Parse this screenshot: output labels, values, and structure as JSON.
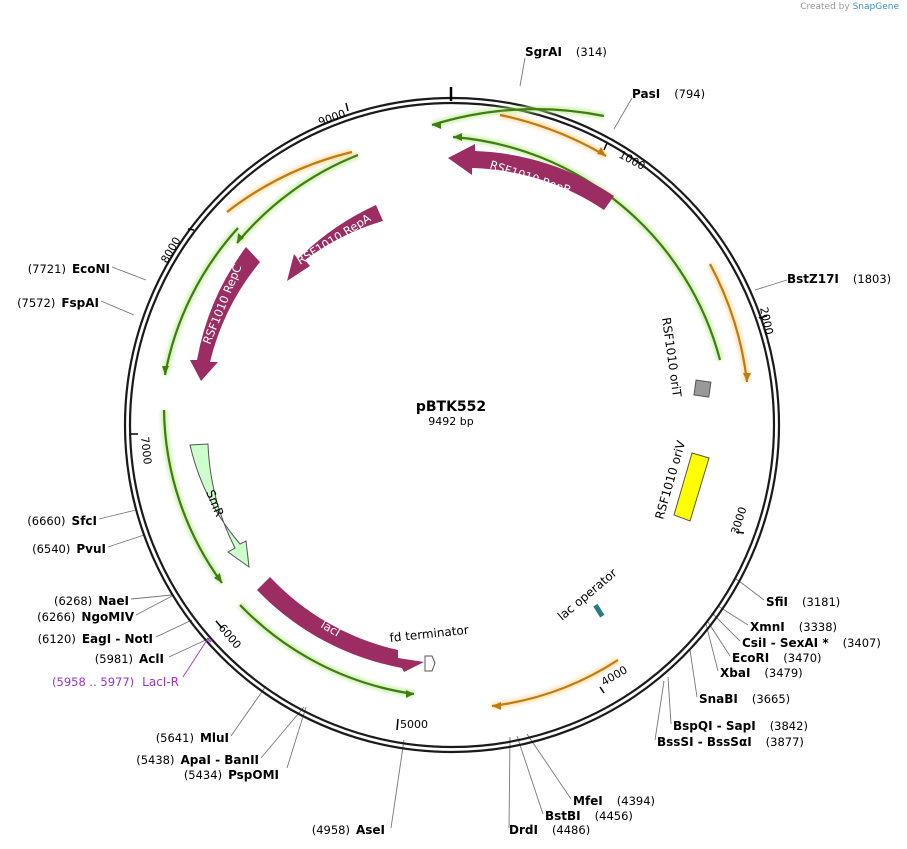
{
  "credit": {
    "created_by": "Created by",
    "app": "SnapGene"
  },
  "plasmid": {
    "name": "pBTK552",
    "length_label": "9492 bp",
    "length_bp": 9492
  },
  "ticks": [
    1000,
    2000,
    3000,
    4000,
    5000,
    6000,
    7000,
    8000,
    9000
  ],
  "enzymes": [
    {
      "id": "sgrai",
      "name": "SgrAI",
      "pos": 314
    },
    {
      "id": "pasi",
      "name": "PasI",
      "pos": 794
    },
    {
      "id": "bstz17i",
      "name": "BstZ17I",
      "pos": 1803
    },
    {
      "id": "sfii",
      "name": "SfiI",
      "pos": 3181
    },
    {
      "id": "xmni",
      "name": "XmnI",
      "pos": 3338
    },
    {
      "id": "csii-sexai",
      "name": "CsiI - SexAI *",
      "pos": 3407
    },
    {
      "id": "ecori",
      "name": "EcoRI",
      "pos": 3470
    },
    {
      "id": "xbai",
      "name": "XbaI",
      "pos": 3479
    },
    {
      "id": "snabi",
      "name": "SnaBI",
      "pos": 3665
    },
    {
      "id": "bspqi-sapi",
      "name": "BspQI - SapI",
      "pos": 3842
    },
    {
      "id": "bsssi-bsssai",
      "name": "BssSI - BssSαI",
      "pos": 3877
    },
    {
      "id": "mfei",
      "name": "MfeI",
      "pos": 4394
    },
    {
      "id": "bstbi",
      "name": "BstBI",
      "pos": 4456
    },
    {
      "id": "drdi",
      "name": "DrdI",
      "pos": 4486
    },
    {
      "id": "asei",
      "name": "AseI",
      "pos": 4958
    },
    {
      "id": "pspomi",
      "name": "PspOMI",
      "pos": 5434
    },
    {
      "id": "apai-banii",
      "name": "ApaI - BanII",
      "pos": 5438
    },
    {
      "id": "mlui",
      "name": "MluI",
      "pos": 5641
    },
    {
      "id": "acli",
      "name": "AclI",
      "pos": 5981
    },
    {
      "id": "eagi-noti",
      "name": "EagI - NotI",
      "pos": 6120
    },
    {
      "id": "ngomiv",
      "name": "NgoMIV",
      "pos": 6266
    },
    {
      "id": "naei",
      "name": "NaeI",
      "pos": 6268
    },
    {
      "id": "pvui",
      "name": "PvuI",
      "pos": 6540
    },
    {
      "id": "sfci",
      "name": "SfcI",
      "pos": 6660
    },
    {
      "id": "fspai",
      "name": "FspAI",
      "pos": 7572
    },
    {
      "id": "econi",
      "name": "EcoNI",
      "pos": 7721
    }
  ],
  "primer": {
    "name": "LacI-R",
    "range": "(5958 .. 5977)",
    "color": "#9933cc"
  },
  "features": [
    {
      "id": "rsf1010-repb",
      "label": "RSF1010 RepB",
      "color": "#9b2d62"
    },
    {
      "id": "rsf1010-repa",
      "label": "RSF1010 RepA",
      "color": "#9b2d62"
    },
    {
      "id": "rsf1010-repc",
      "label": "RSF1010 RepC",
      "color": "#9b2d62"
    },
    {
      "id": "smr",
      "label": "SmR",
      "color": "#ccffcc"
    },
    {
      "id": "laci",
      "label": "lacI",
      "color": "#9b2d62"
    },
    {
      "id": "rsf1010-orit",
      "label": "RSF1010 oriT",
      "color": "#999999"
    },
    {
      "id": "rsf1010-oriv",
      "label": "RSF1010 oriV",
      "color": "#ffff00"
    },
    {
      "id": "lac-operator",
      "label": "lac operator",
      "color": "#2a7a84"
    },
    {
      "id": "fd-terminator",
      "label": "fd terminator",
      "color": "#cccccc"
    }
  ],
  "orf_colors": {
    "green": "#3e7d10",
    "orange": "#c27a10"
  }
}
